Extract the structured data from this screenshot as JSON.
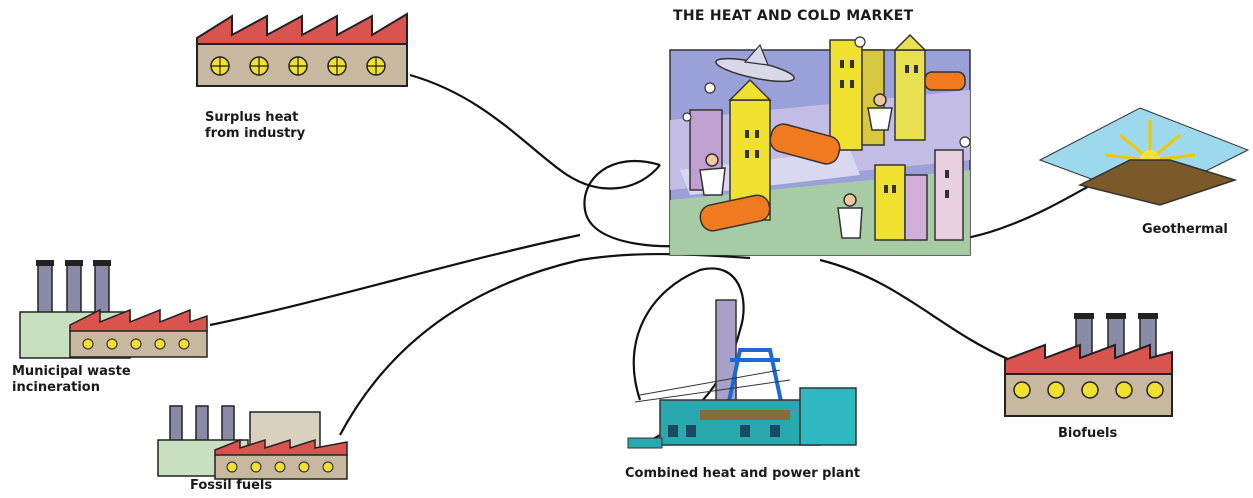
{
  "diagram": {
    "title": "THE HEAT AND COLD MARKET",
    "sources": {
      "surplus_heat": {
        "line1": "Surplus heat",
        "line2": "from industry"
      },
      "geothermal": {
        "label": "Geothermal"
      },
      "municipal_waste": {
        "line1": "Municipal waste",
        "line2": "incineration"
      },
      "fossil_fuels": {
        "label": "Fossil fuels"
      },
      "chp_plant": {
        "label": "Combined heat and power plant"
      },
      "biofuels": {
        "label": "Biofuels"
      }
    },
    "colors": {
      "roof": "#d9544f",
      "wall": "#c8b8a0",
      "chimney": "#8a8aa8",
      "window": "#f2e030",
      "plant": "#2aa8b0",
      "line": "#111111"
    }
  }
}
